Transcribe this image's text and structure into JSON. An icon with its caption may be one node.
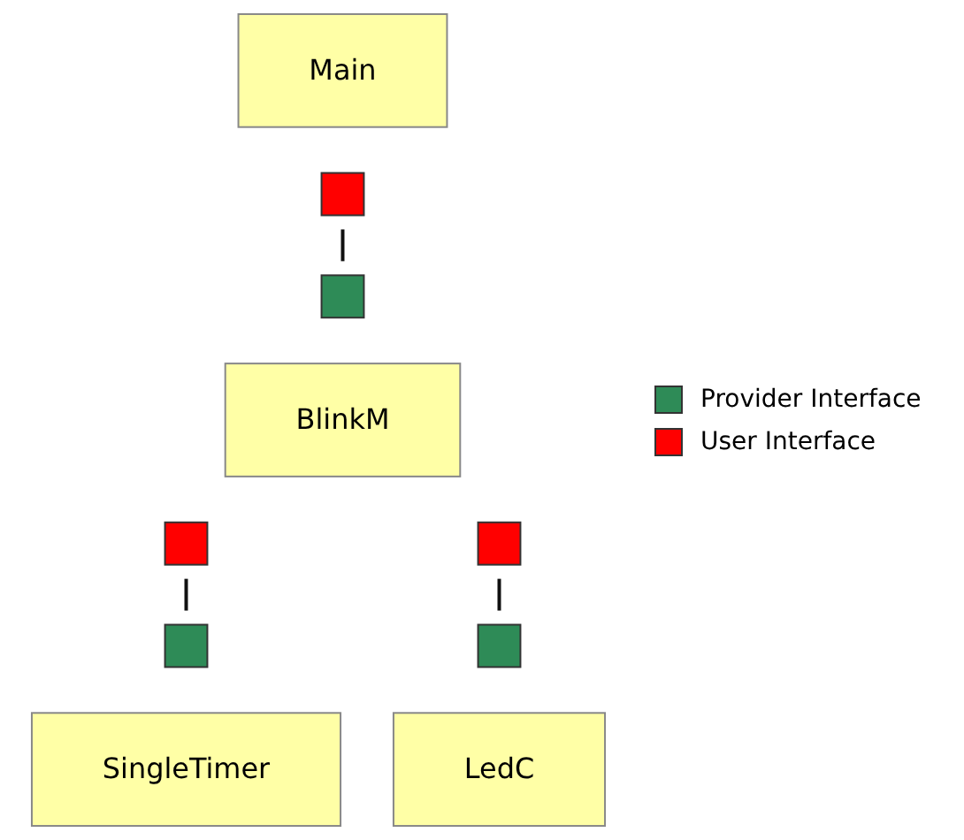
{
  "diagram": {
    "nodes": [
      {
        "text": [
          "Main"
        ]
      },
      {
        "text": [],
        "shape": "box"
      },
      {
        "text": [],
        "shape": "box"
      },
      {
        "text": [
          "BlinkM"
        ]
      },
      {
        "text": [],
        "shape": "box"
      },
      {
        "text": [],
        "shape": "box"
      },
      {
        "text": [],
        "shape": "box"
      },
      {
        "text": [],
        "shape": "box"
      },
      {
        "text": [
          "SingleTimer"
        ]
      },
      {
        "text": [
          "LedC"
        ]
      }
    ],
    "edges": [
      {
        "from": 1,
        "to": 2,
        "arrow": "none"
      },
      {
        "from": 4,
        "to": 6,
        "arrow": "none"
      },
      {
        "from": 5,
        "to": 7,
        "arrow": "none"
      }
    ],
    "legend": [
      {
        "text": "Provider Interface",
        "color": "#2e8b57"
      },
      {
        "text": "User Interface",
        "color": "#ff0000"
      }
    ]
  }
}
